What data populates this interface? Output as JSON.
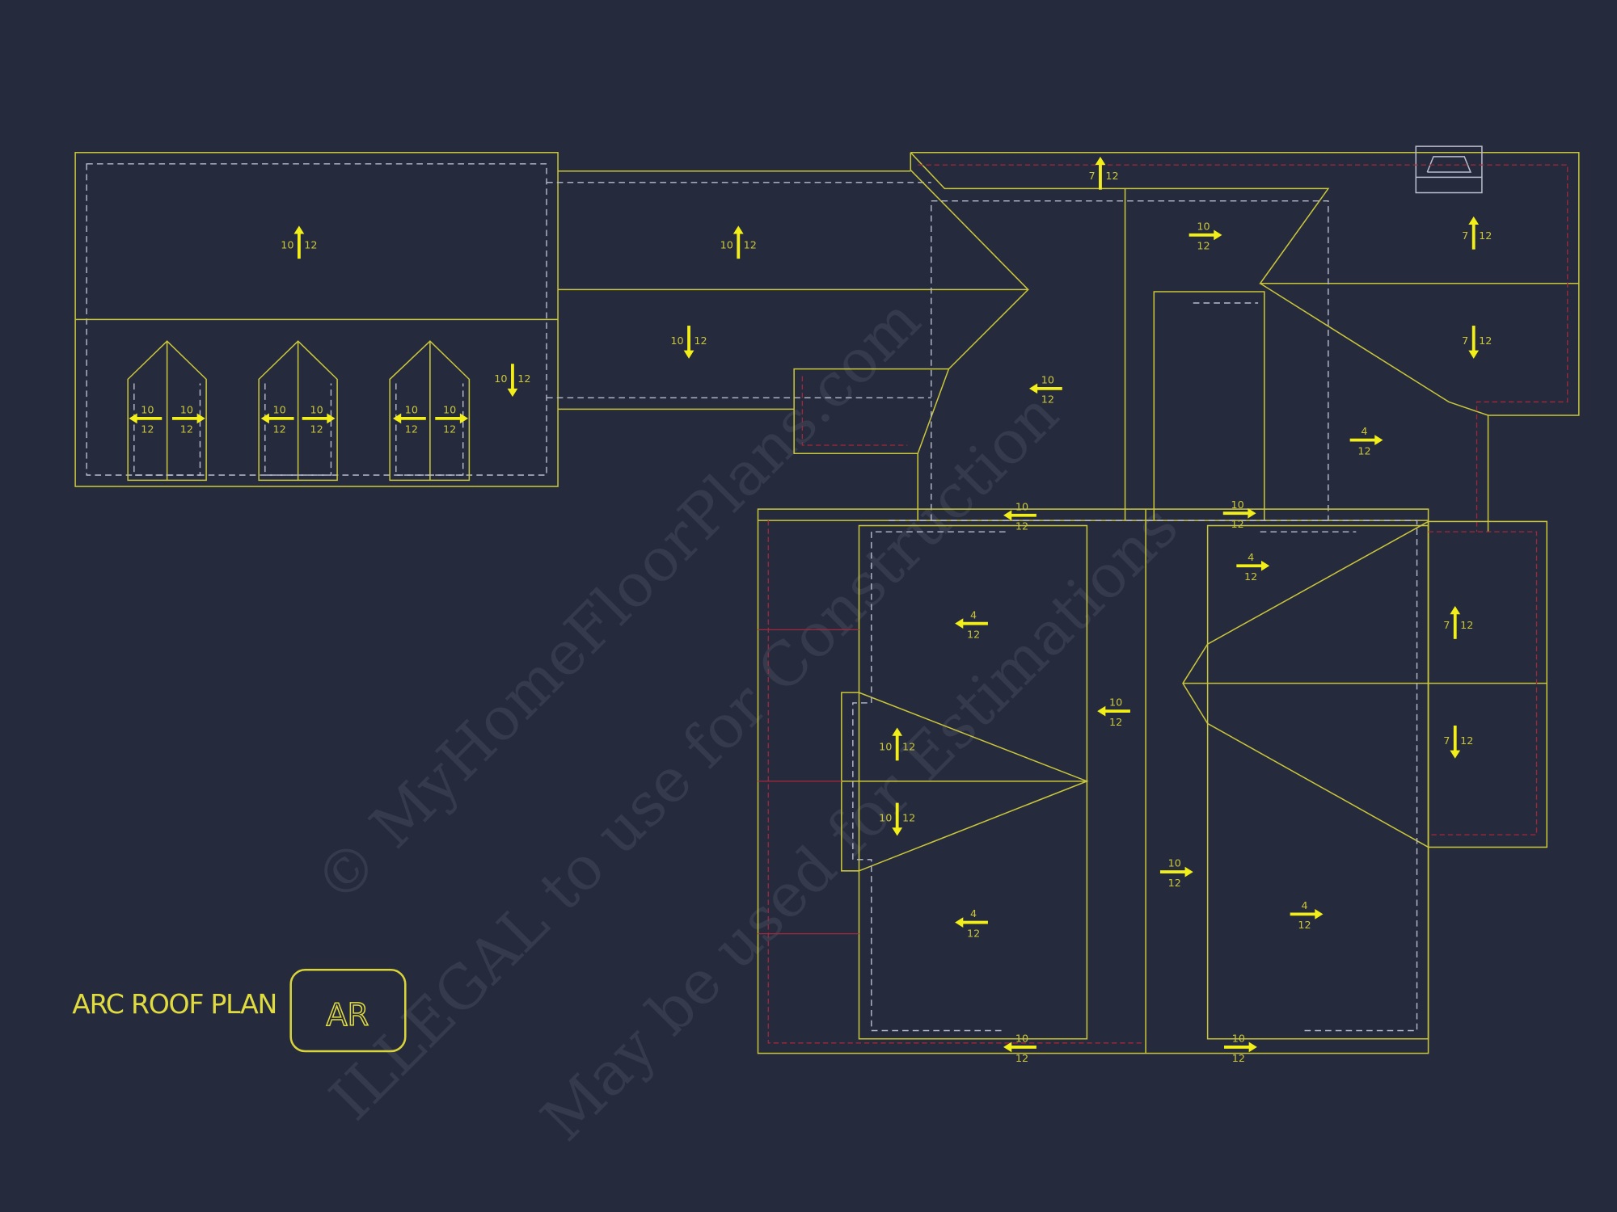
{
  "drawing": {
    "title": "ARC ROOF PLAN",
    "logo_text": "AR",
    "colors": {
      "background": "#252a3d",
      "roof_lines": "#c9c63a",
      "arrows": "#f2ee1a",
      "overhang_dashed": "#b9bccb",
      "annotations_red": "#a3283a"
    }
  },
  "watermark": {
    "line1": "© MyHomeFloorPlans.com",
    "line2": "ILLEGAL to use for Construction",
    "line3": "May be used for Estimations"
  },
  "pitch_markers": [
    {
      "rise": "10",
      "run": "12",
      "direction": "up"
    },
    {
      "rise": "10",
      "run": "12",
      "direction": "up"
    },
    {
      "rise": "10",
      "run": "12",
      "direction": "down"
    },
    {
      "rise": "10",
      "run": "12",
      "direction": "down"
    },
    {
      "rise": "10",
      "run": "12",
      "direction": "left"
    },
    {
      "rise": "10",
      "run": "12",
      "direction": "right"
    },
    {
      "rise": "10",
      "run": "12",
      "direction": "left"
    },
    {
      "rise": "10",
      "run": "12",
      "direction": "right"
    },
    {
      "rise": "10",
      "run": "12",
      "direction": "left"
    },
    {
      "rise": "10",
      "run": "12",
      "direction": "right"
    },
    {
      "rise": "7",
      "run": "12",
      "direction": "up"
    },
    {
      "rise": "10",
      "run": "12",
      "direction": "right"
    },
    {
      "rise": "7",
      "run": "12",
      "direction": "up"
    },
    {
      "rise": "7",
      "run": "12",
      "direction": "down"
    },
    {
      "rise": "10",
      "run": "12",
      "direction": "left"
    },
    {
      "rise": "4",
      "run": "12",
      "direction": "right"
    },
    {
      "rise": "10",
      "run": "12",
      "direction": "left"
    },
    {
      "rise": "10",
      "run": "12",
      "direction": "right"
    },
    {
      "rise": "4",
      "run": "12",
      "direction": "left"
    },
    {
      "rise": "4",
      "run": "12",
      "direction": "right"
    },
    {
      "rise": "7",
      "run": "12",
      "direction": "up"
    },
    {
      "rise": "10",
      "run": "12",
      "direction": "left"
    },
    {
      "rise": "10",
      "run": "12",
      "direction": "up"
    },
    {
      "rise": "7",
      "run": "12",
      "direction": "down"
    },
    {
      "rise": "10",
      "run": "12",
      "direction": "down"
    },
    {
      "rise": "10",
      "run": "12",
      "direction": "right"
    },
    {
      "rise": "4",
      "run": "12",
      "direction": "left"
    },
    {
      "rise": "4",
      "run": "12",
      "direction": "right"
    },
    {
      "rise": "10",
      "run": "12",
      "direction": "left"
    },
    {
      "rise": "10",
      "run": "12",
      "direction": "right"
    }
  ]
}
